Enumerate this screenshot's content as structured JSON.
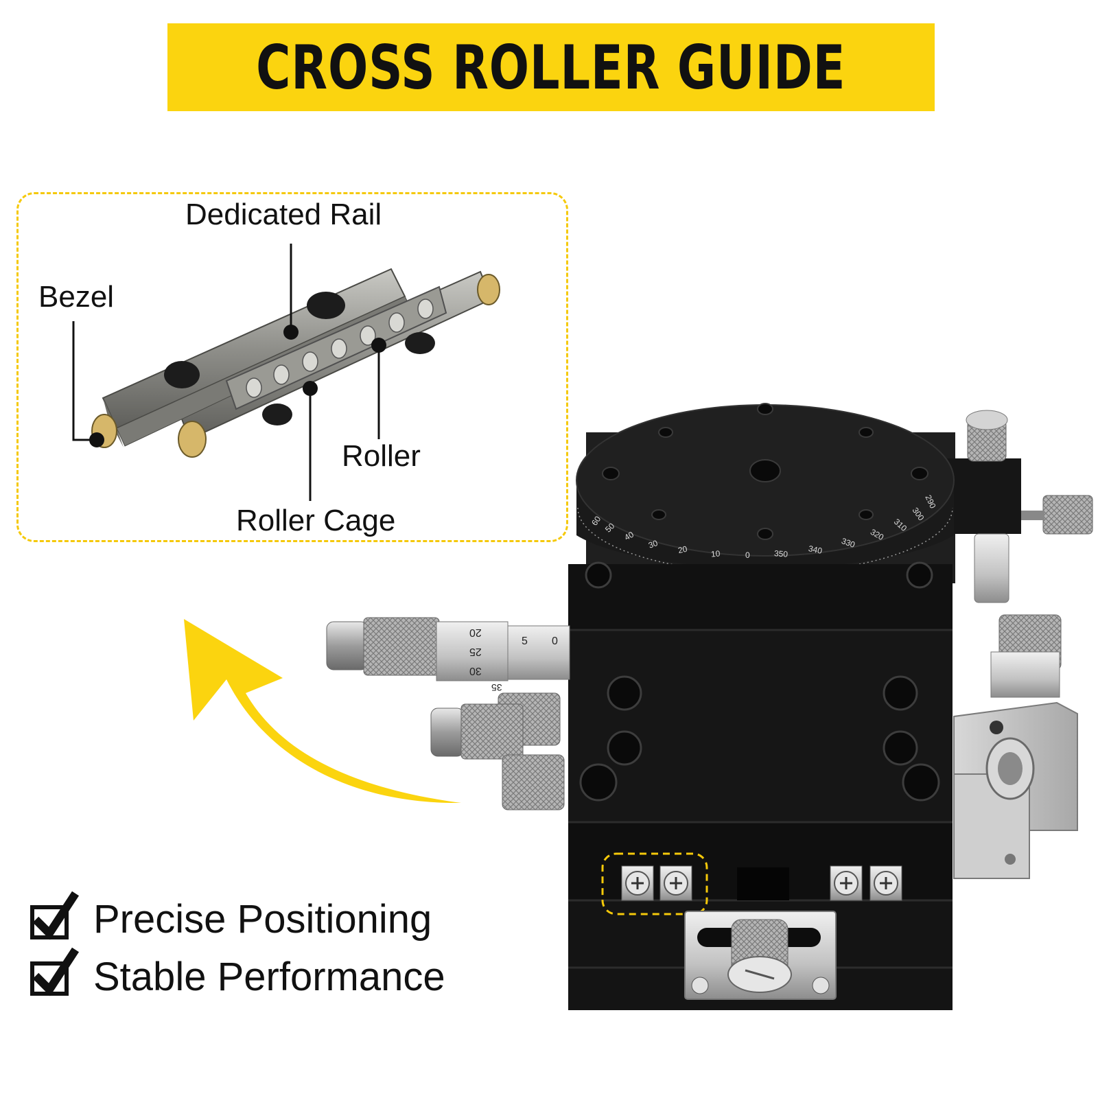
{
  "banner": {
    "title": "CROSS ROLLER GUIDE"
  },
  "inset": {
    "labels": {
      "dedicated_rail": "Dedicated Rail",
      "bezel": "Bezel",
      "roller": "Roller",
      "roller_cage": "Roller Cage"
    }
  },
  "features": [
    {
      "label": "Precise Positioning"
    },
    {
      "label": "Stable Performance"
    }
  ],
  "dial": {
    "numbers": [
      "60",
      "50",
      "40",
      "30",
      "20",
      "10",
      "0",
      "350",
      "340",
      "330",
      "320",
      "310",
      "300",
      "290"
    ]
  },
  "micrometer": {
    "numbers": [
      "20",
      "25",
      "30",
      "35",
      "5",
      "0"
    ]
  },
  "colors": {
    "accent": "#fbd40f",
    "stage": "#141414",
    "metal": "#b8b8b8"
  },
  "icons": {
    "check": "check-box-icon",
    "arrow": "curved-arrow-icon"
  }
}
